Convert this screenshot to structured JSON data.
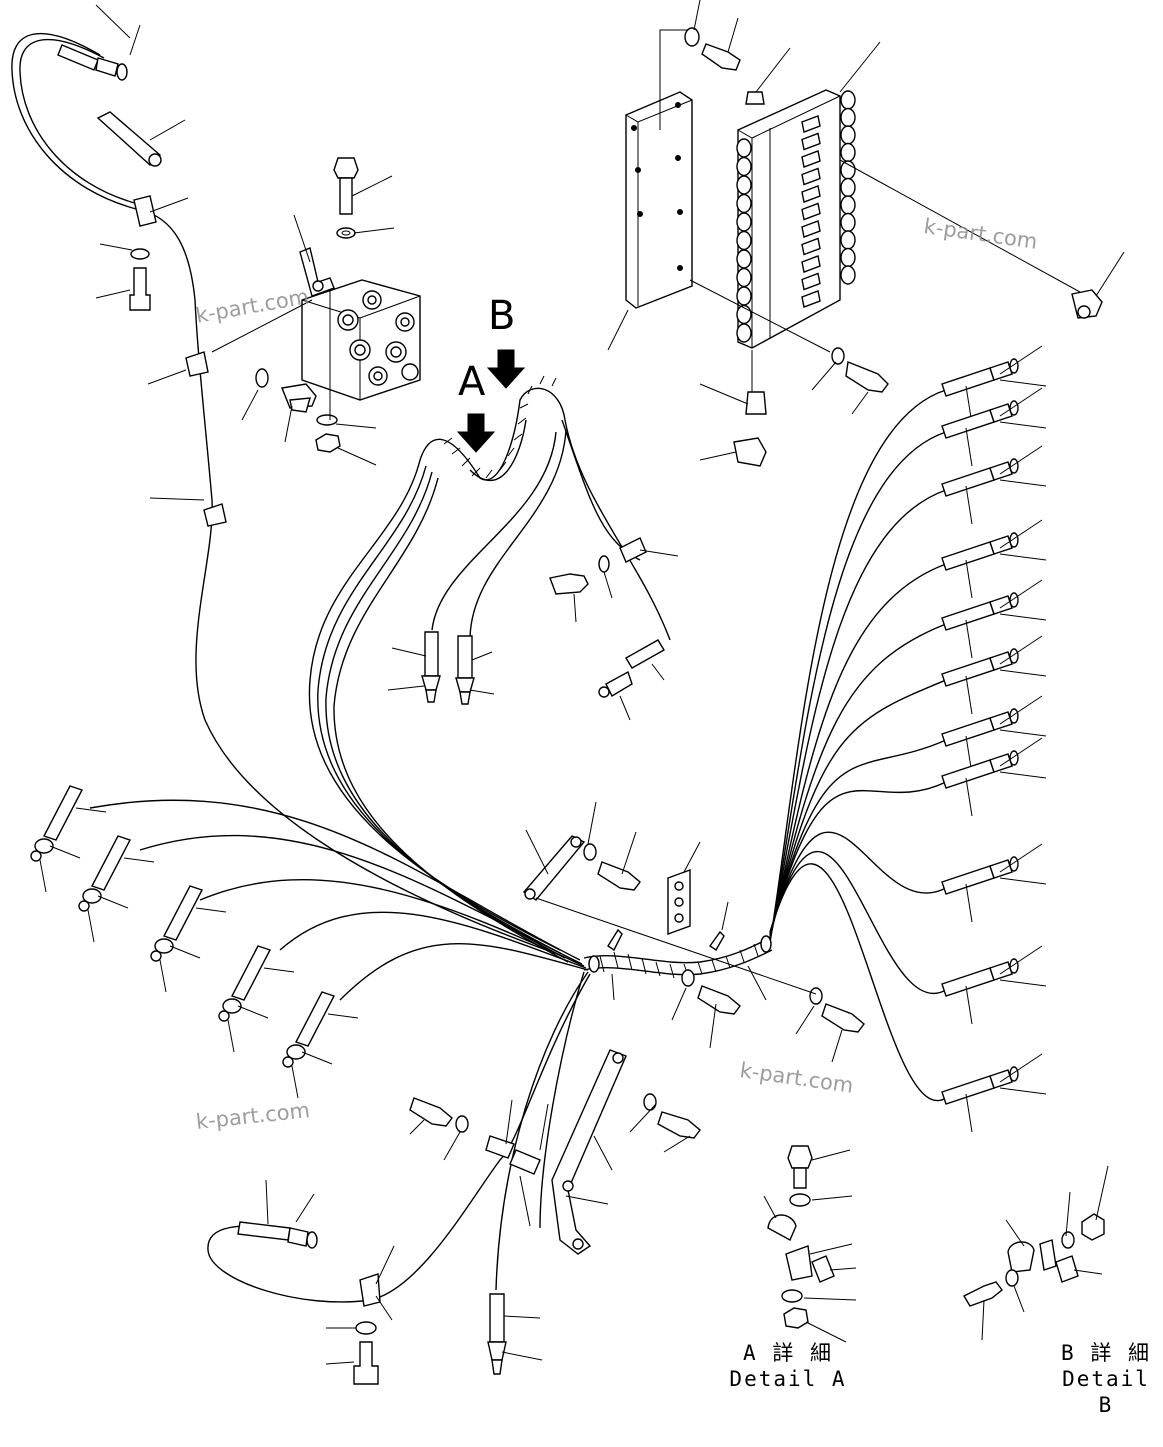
{
  "callouts": {
    "a": "A",
    "b": "B"
  },
  "details": {
    "a_jp": "A 詳 細",
    "a_en": "Detail A",
    "b_jp": "B 詳 細",
    "b_en": "Detail B"
  },
  "watermark": {
    "text": "k-part.com"
  }
}
